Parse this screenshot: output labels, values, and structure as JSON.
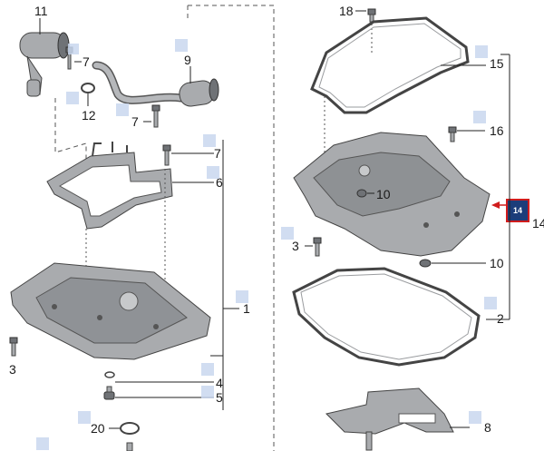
{
  "callouts": {
    "c11": "11",
    "c7a": "7",
    "c9": "9",
    "c12": "12",
    "c7b": "7",
    "c7c": "7",
    "c6": "6",
    "c1": "1",
    "c3a": "3",
    "c4": "4",
    "c5": "5",
    "c20": "20",
    "c18": "18",
    "c15": "15",
    "c16": "16",
    "c10a": "10",
    "c14": "14",
    "c3b": "3",
    "c10b": "10",
    "c2": "2",
    "c8": "8"
  },
  "highlight": {
    "label": "14",
    "color": "#1c3d7a",
    "border": "#d01c1c"
  }
}
